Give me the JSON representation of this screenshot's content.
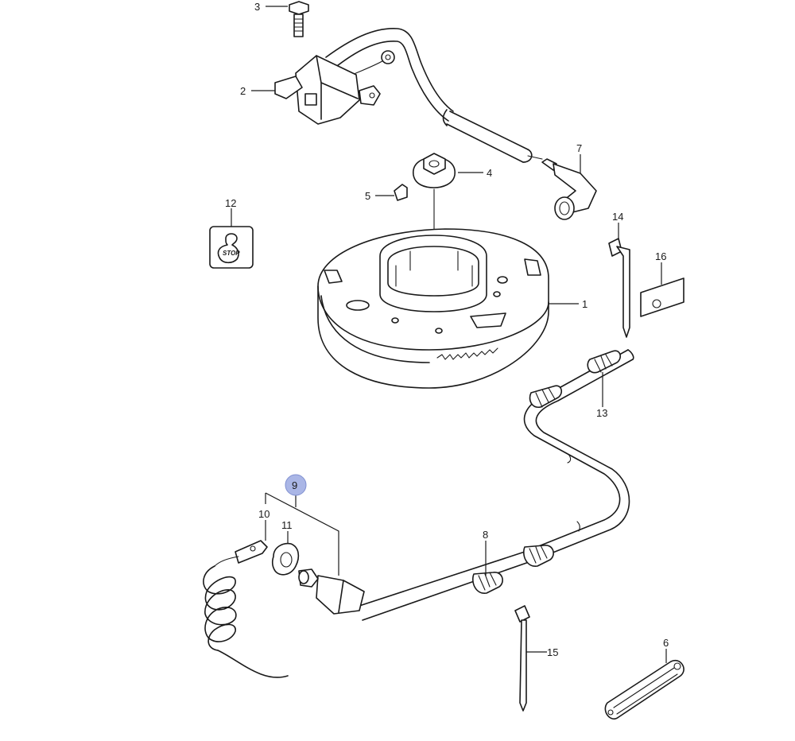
{
  "diagram": {
    "callouts": [
      {
        "id": "p1",
        "label": "1"
      },
      {
        "id": "p2",
        "label": "2"
      },
      {
        "id": "p3",
        "label": "3"
      },
      {
        "id": "p4",
        "label": "4"
      },
      {
        "id": "p5",
        "label": "5"
      },
      {
        "id": "p6",
        "label": "6"
      },
      {
        "id": "p7",
        "label": "7"
      },
      {
        "id": "p8",
        "label": "8"
      },
      {
        "id": "p9",
        "label": "9",
        "highlighted": true
      },
      {
        "id": "p10",
        "label": "10"
      },
      {
        "id": "p11",
        "label": "11"
      },
      {
        "id": "p12",
        "label": "12"
      },
      {
        "id": "p13",
        "label": "13"
      },
      {
        "id": "p14",
        "label": "14"
      },
      {
        "id": "p15",
        "label": "15"
      },
      {
        "id": "p16",
        "label": "16"
      }
    ],
    "decal_text": "STOP",
    "highlight_color": "#aab6e6"
  }
}
